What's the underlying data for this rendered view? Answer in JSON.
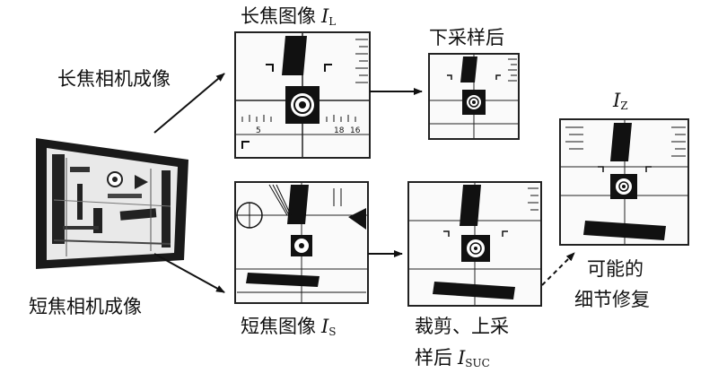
{
  "labels": {
    "long_camera": "长焦相机成像",
    "short_camera": "短焦相机成像",
    "long_image": "长焦图像",
    "long_image_symbol": "I",
    "long_image_sub": "L",
    "downsampled": "下采样后",
    "short_image": "短焦图像",
    "short_image_symbol": "I",
    "short_image_sub": "S",
    "crop_line1": "裁剪、上采",
    "crop_line2": "样后",
    "crop_symbol": "I",
    "crop_sub": "SUC",
    "detail_symbol": "I",
    "detail_sub": "Z",
    "detail_line1": "可能的",
    "detail_line2": "细节修复"
  },
  "chart_text": {
    "scale_a": "5",
    "scale_b": "18",
    "scale_c": "16"
  },
  "colors": {
    "ink": "#111111",
    "background": "#ffffff"
  }
}
